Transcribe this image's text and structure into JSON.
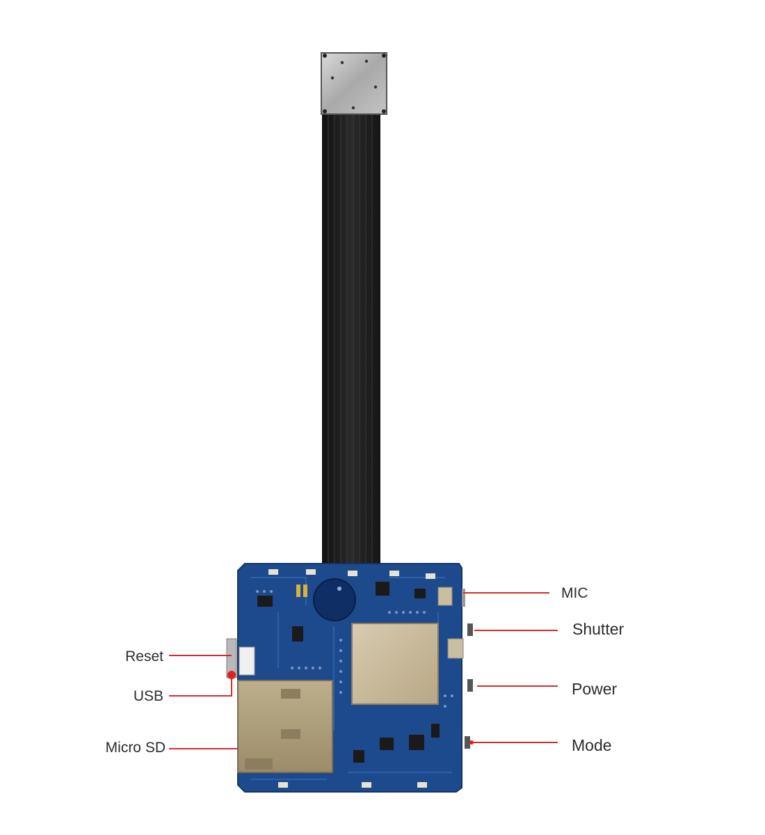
{
  "labels": {
    "mic": "MIC",
    "shutter": "Shutter",
    "power": "Power",
    "mode": "Mode",
    "reset": "Reset",
    "usb": "USB",
    "micro_sd": "Micro SD"
  },
  "colors": {
    "pcb": "#1d4a8c",
    "pcb_dark": "#133564",
    "callout_line": "#d62b2b",
    "callout_dot": "#e02020",
    "ribbon": "#1c1c1c",
    "sensor": "#b8b8b8",
    "chip": "#c9b89a",
    "sd_slot": "#a89a7c"
  }
}
